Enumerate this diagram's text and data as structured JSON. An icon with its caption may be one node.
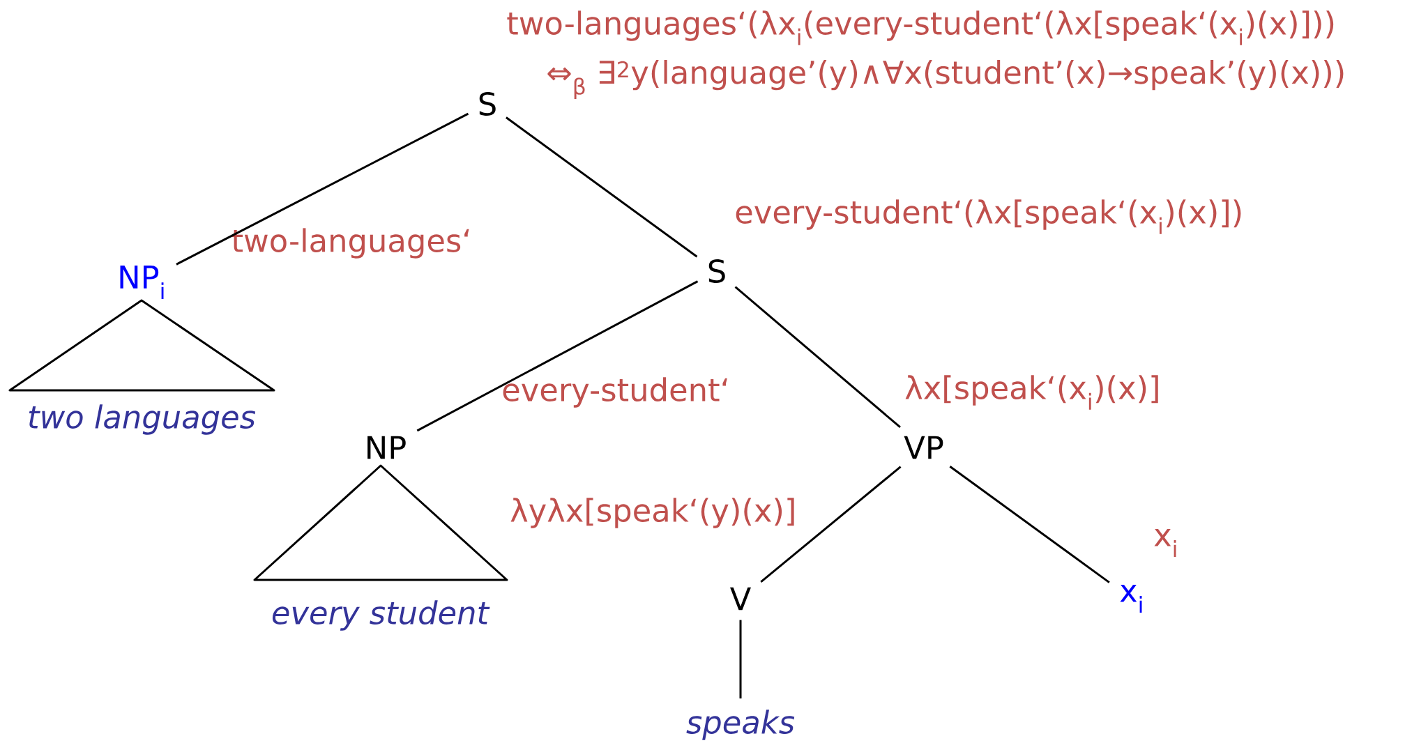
{
  "diagram": {
    "nodes": [
      {
        "text": [
          "S"
        ],
        "beside": [
          "two-languages‘(λx$_{i}$(every-student‘(λx[speak‘(x$_{i}$)(x)]))",
          "⇔$_{β}$ ∃$^{2}$y(language’(y)∧∀x(student’(x)→speak’(y)(x)))"
        ]
      },
      {
        "text": [
          "NP$_{i}$"
        ],
        "beside": [
          "two-languages‘"
        ]
      },
      {
        "text": [
          "two languages"
        ]
      },
      {
        "text": [
          "S"
        ],
        "beside": [
          "every-student‘(λx[speak‘(x$_{i}$)(x)])"
        ]
      },
      {
        "text": [
          "NP"
        ]
      },
      {
        "text": [
          "every student"
        ]
      },
      {
        "text": [
          "VP"
        ],
        "beside": [
          "λx[speak‘(x$_{i}$)(x)]"
        ]
      },
      {
        "text": [
          "V"
        ],
        "beside": [
          "λyλx[speak‘(y)(x)]"
        ]
      },
      {
        "text": [
          "x$_{i}$"
        ],
        "beside": [
          "x$_{i}$"
        ]
      },
      {
        "text": [
          "speaks"
        ]
      }
    ],
    "edges": [
      {
        "from": 0,
        "to": 1,
        "arrow": "none"
      },
      {
        "from": 0,
        "to": 3,
        "arrow": "none"
      },
      {
        "from": 3,
        "to": 4,
        "arrow": "none"
      },
      {
        "from": 3,
        "to": 6,
        "arrow": "none"
      },
      {
        "from": 6,
        "to": 7,
        "arrow": "none"
      },
      {
        "from": 6,
        "to": 8,
        "arrow": "none"
      },
      {
        "from": 7,
        "to": 9,
        "arrow": "none"
      }
    ],
    "labels": [
      "every-student‘"
    ]
  }
}
